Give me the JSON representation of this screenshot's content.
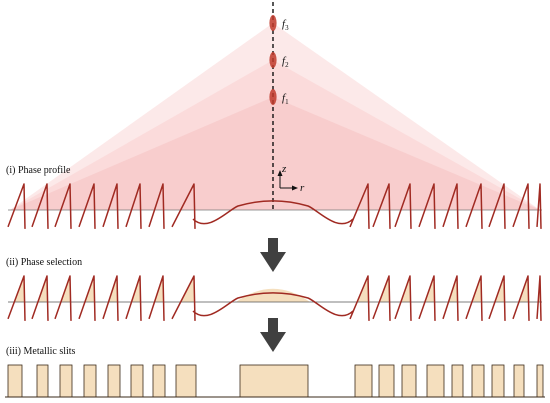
{
  "labels": {
    "phase_profile": "(i) Phase profile",
    "phase_selection": "(ii) Phase selection",
    "metallic_slits": "(iii) Metallic slits"
  },
  "focal_points": {
    "f1": "f1",
    "f2": "f2",
    "f3": "f3"
  },
  "axes": {
    "z": "z",
    "r": "r"
  },
  "colors": {
    "curve": "#a02a22",
    "cone": "#f8c6c6",
    "fill": "#f5dfbe",
    "slit_stroke": "#3a2a1a",
    "arrow": "#404040",
    "focus": "#c0392b"
  }
}
